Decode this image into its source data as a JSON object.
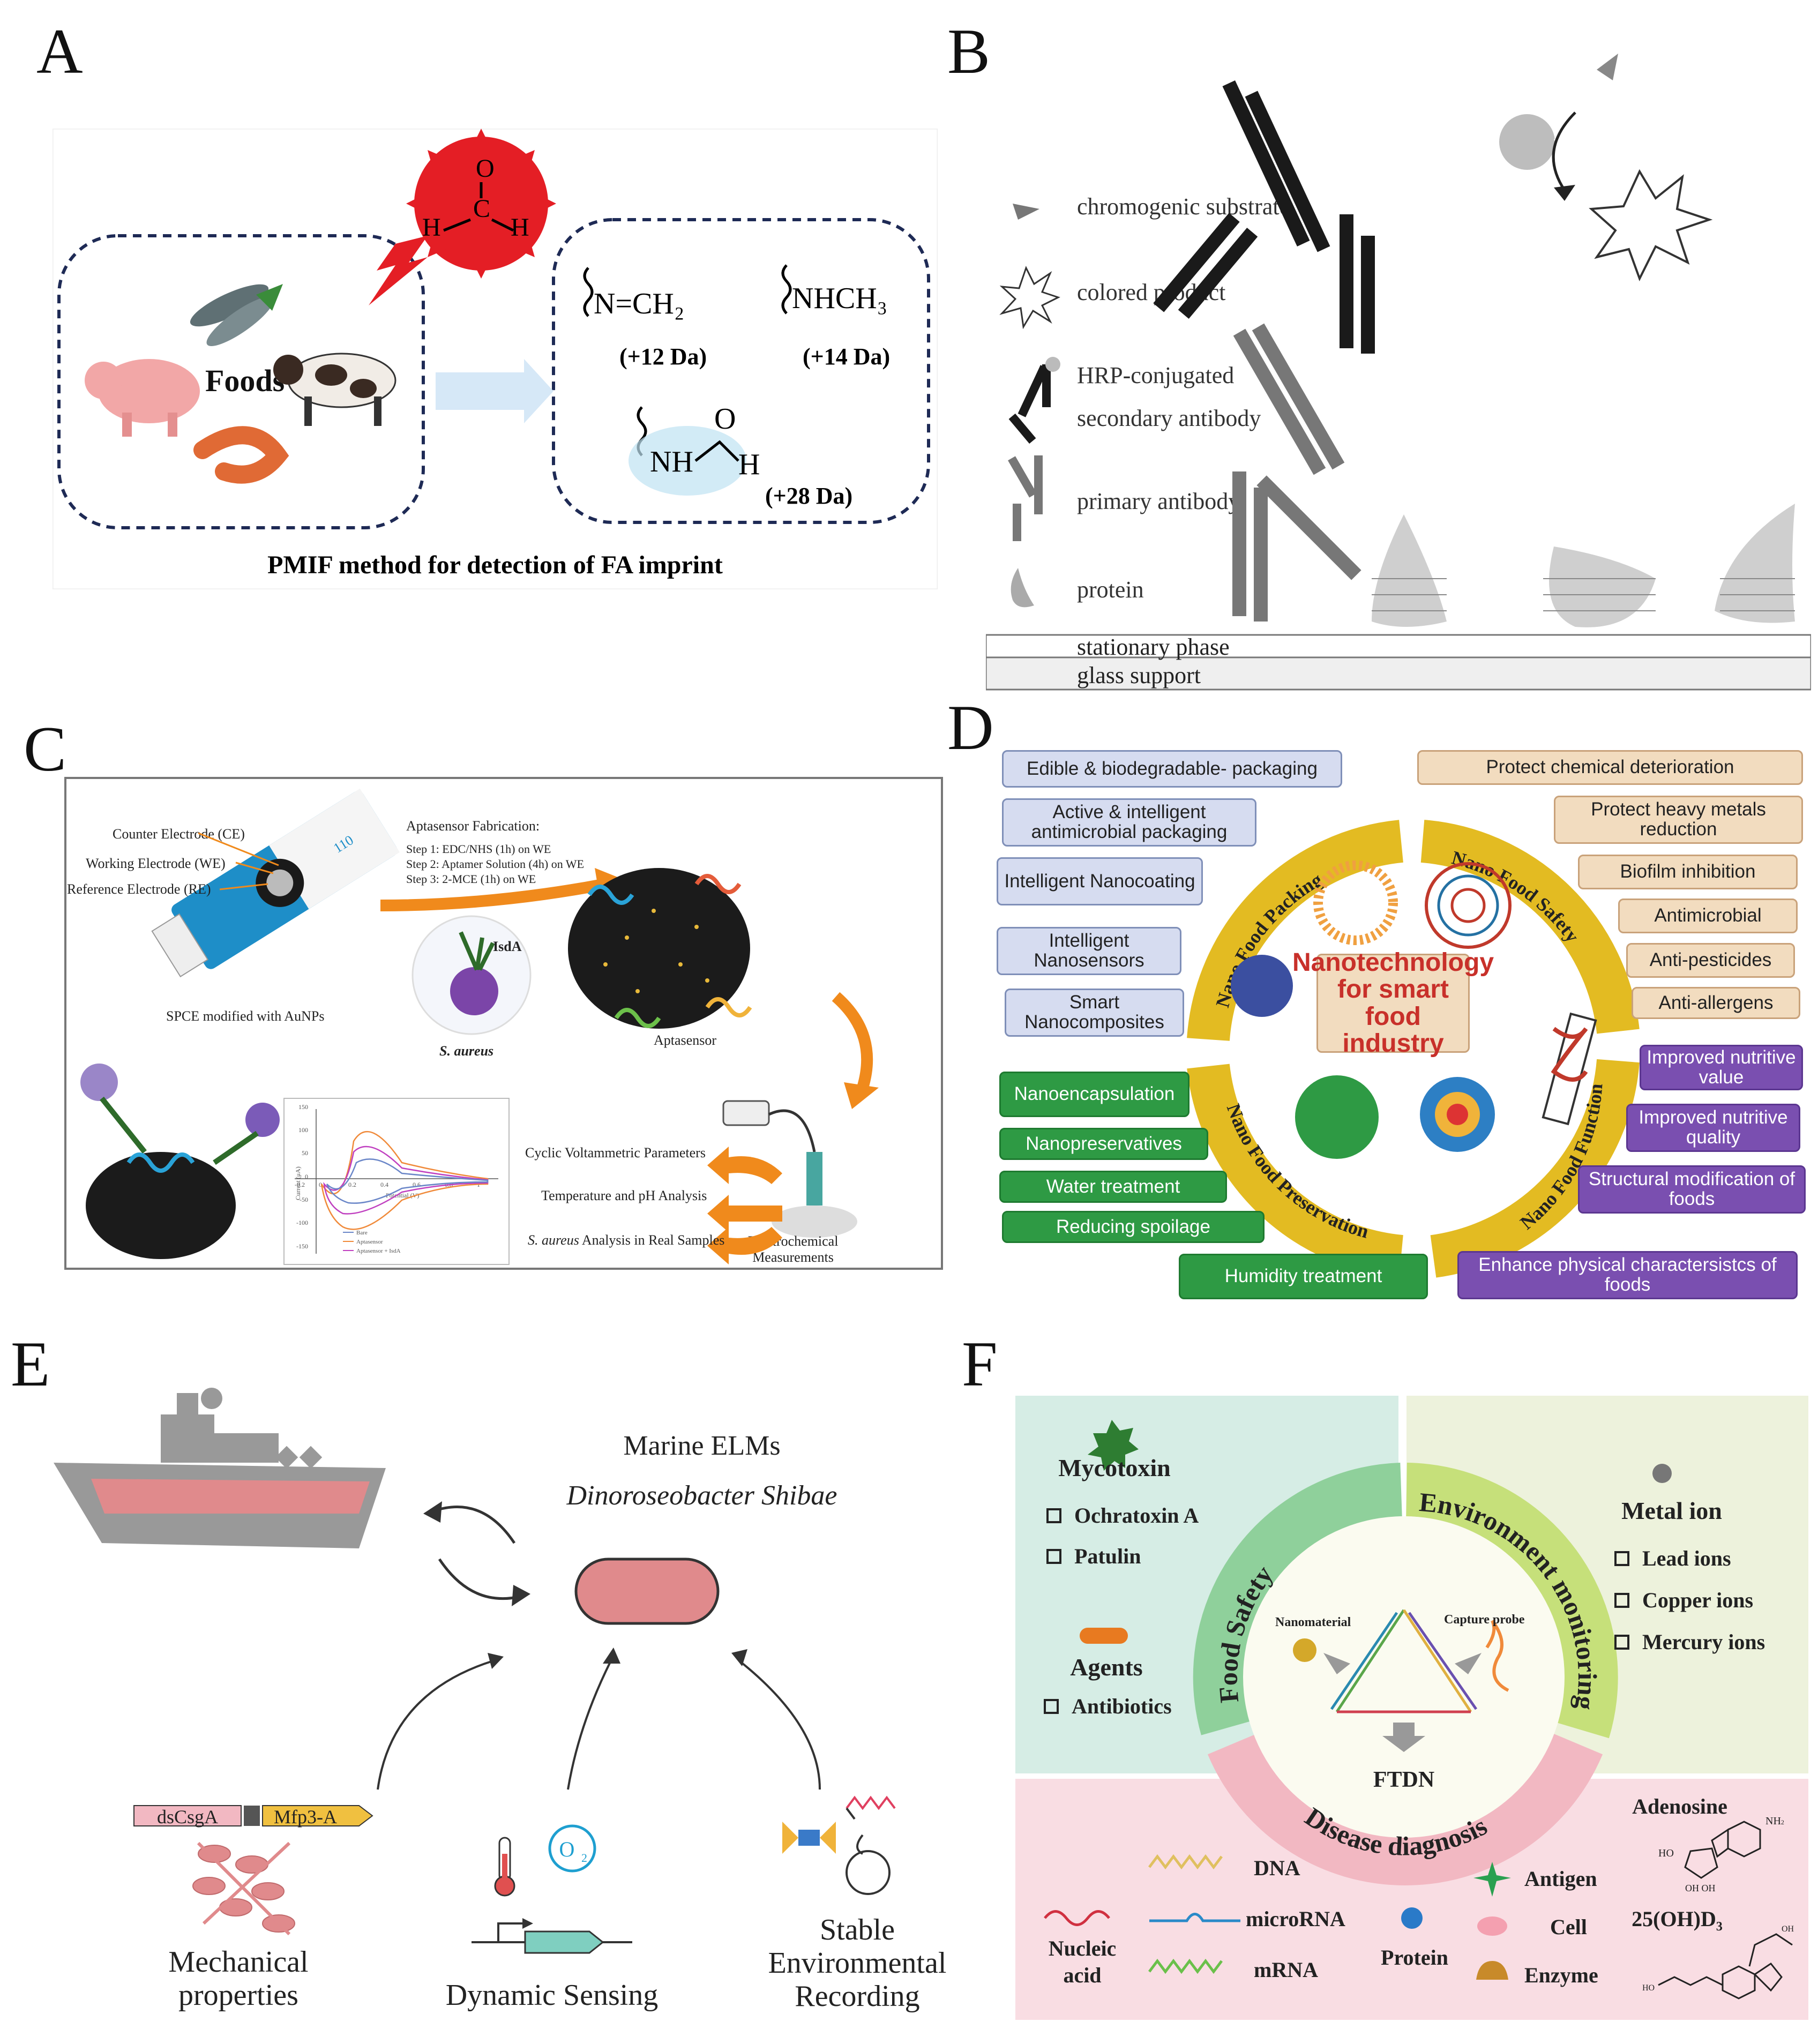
{
  "panel_labels": {
    "a": "A",
    "b": "B",
    "c": "C",
    "d": "D",
    "e": "E",
    "f": "F"
  },
  "panelA": {
    "foods_label": "Foods",
    "imine": "N=CH₂",
    "imine_mass": "(+12 Da)",
    "methyl": "NHCH₃",
    "methyl_mass": "(+14 Da)",
    "formyl_nh": "NH",
    "formyl_o": "O",
    "formyl_h": "H",
    "formyl_mass": "(+28 Da)",
    "caption": "PMIF method for detection of FA imprint",
    "fa_o": "O",
    "fa_h1": "H",
    "fa_h2": "H",
    "fa_c": "C"
  },
  "panelB": {
    "legend": [
      "chromogenic substrate",
      "colored product",
      "HRP-conjugated",
      "secondary antibody",
      "primary antibody",
      "protein"
    ],
    "stationary": "stationary phase",
    "glass": "glass support"
  },
  "panelC": {
    "counter": "Counter Electrode (CE)",
    "working": "Working Electrode (WE)",
    "reference": "Reference Electrode (RE)",
    "spce": "SPCE modified with AuNPs",
    "chip_text": "110",
    "fab_title": "Aptasensor Fabrication:",
    "step1": "Step 1: EDC/NHS (1h) on WE",
    "step2": "Step 2: Aptamer Solution (4h) on WE",
    "step3": "Step 3: 2-MCE (1h) on WE",
    "isda": "IsdA",
    "saureus": "S. aureus",
    "aptasensor": "Aptasensor",
    "cv": "Cyclic Voltammetric Parameters",
    "temp": "Temperature and pH Analysis",
    "real_italic": "S. aureus",
    "real_rest": " Analysis in Real Samples",
    "echem1": "Electrochemical",
    "echem2": "Measurements",
    "plot_ylabel": "Current (μA)",
    "plot_xlabel": "Potential (V)",
    "plot_yticks": [
      "150",
      "100",
      "50",
      "0",
      "-50",
      "-100",
      "-150"
    ],
    "plot_xticks": [
      "-0.2",
      "0",
      "0.2",
      "0.4",
      "0.6",
      "0.8",
      "1"
    ],
    "plot_legend": [
      "Bare",
      "Aptasensor",
      "Aptasensor + IsdA"
    ]
  },
  "panelD": {
    "center": [
      "Nanotechnology",
      "for smart food",
      "industry"
    ],
    "arc_packing": "Nano Food Packing",
    "arc_safety": "Nano Food Safety",
    "arc_functionality": "Nano Food Functionality",
    "arc_preservation": "Nano Food Preservation",
    "blue_boxes": [
      "Edible & biodegradable- packaging",
      "Active & intelligent antimicrobial packaging",
      "Intelligent Nanocoating",
      "Intelligent Nanosensors",
      "Smart Nanocomposites"
    ],
    "tan_boxes": [
      "Protect chemical deterioration",
      "Protect heavy metals reduction",
      "Biofilm inhibition",
      "Antimicrobial",
      "Anti-pesticides",
      "Anti-allergens"
    ],
    "green_boxes": [
      "Nanoencapsulation",
      "Nanopreservatives",
      "Water treatment",
      "Reducing spoilage",
      "Humidity treatment"
    ],
    "purple_boxes": [
      "Improved nutritive value",
      "Improved nutritive quality",
      "Structural modification of foods",
      "Enhance physical charactersistcs of foods"
    ]
  },
  "panelE": {
    "title1": "Marine ELMs",
    "title2": "Dinoroseobacter Shibae",
    "gene1": "dsCsgA",
    "gene2": "Mfp3-A",
    "o2": "O",
    "o2_sub": "2",
    "mech1": "Mechanical",
    "mech2": "properties",
    "dyn": "Dynamic Sensing",
    "rec1": "Stable",
    "rec2": "Environmental",
    "rec3": "Recording"
  },
  "panelF": {
    "mycotoxin": "Mycotoxin",
    "ochratoxin": "Ochratoxin A",
    "patulin": "Patulin",
    "agents": "Agents",
    "antibiotics": "Antibiotics",
    "metal": "Metal ion",
    "lead": "Lead ions",
    "copper": "Copper ions",
    "mercury": "Mercury ions",
    "arc_food": "Food Safety",
    "arc_env": "Environment monitoring",
    "arc_disease": "Disease diagnosis",
    "nanomaterial": "Nanomaterial",
    "capture": "Capture probe",
    "ftdn": "FTDN",
    "dna": "DNA",
    "microrna": "microRNA",
    "mrna": "mRNA",
    "nucleic1": "Nucleic",
    "nucleic2": "acid",
    "protein": "Protein",
    "antigen": "Antigen",
    "cell": "Cell",
    "enzyme": "Enzyme",
    "adenosine": "Adenosine",
    "vitd": "25(OH)D₃",
    "ring_nh2": "NH",
    "ring_nh2_sub": "2",
    "ring_ho": "HO",
    "ring_ohoh": "OH OH",
    "vitd_oh": "OH",
    "vitd_ho": "HO"
  },
  "colors": {
    "panelD_ring": "#e3bb22",
    "panelD_center_text": "#c8302a",
    "panelE_cell": "#e08a8c",
    "panelF_green": "#8fd09b",
    "panelF_env": "#c6e07a",
    "panelF_pink": "#f2b8c2"
  }
}
